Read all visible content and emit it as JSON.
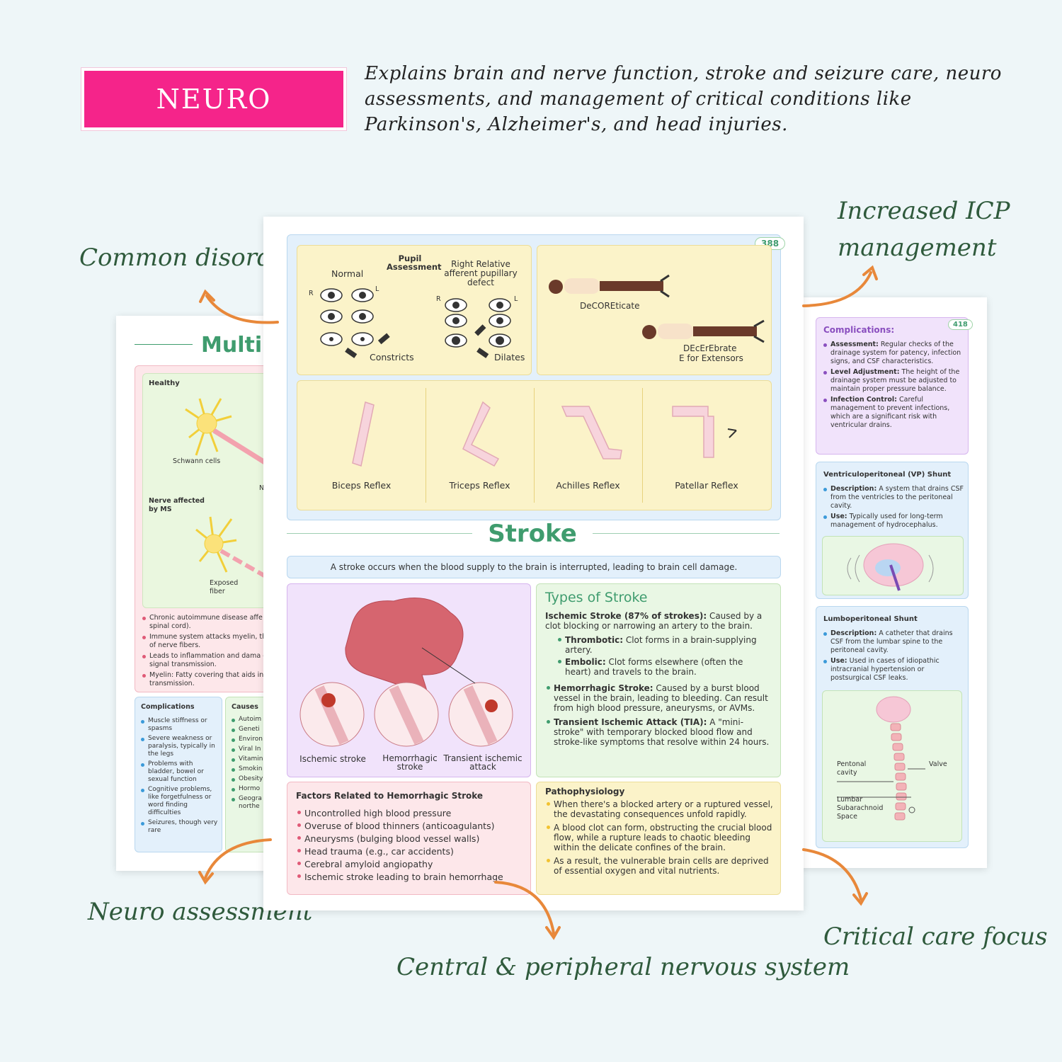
{
  "header": {
    "badge": "NEURO",
    "description": "Explains brain and nerve function, stroke and seizure care, neuro assessments, and management of critical conditions like Parkinson's, Alzheimer's, and head injuries."
  },
  "callouts": {
    "common_disorders": "Common disorders",
    "icp_line1": "Increased ICP",
    "icp_line2": "management",
    "neuro_assessment": "Neuro assessment",
    "central_peripheral": "Central & peripheral nervous system",
    "critical_care": "Critical care focus"
  },
  "left_page": {
    "title": "Multip",
    "healthy": "Healthy",
    "schwann": "Schwann cells",
    "n_label": "N",
    "nerv_label": "Nerv",
    "nerve_ms": "Nerve affected by MS",
    "exposed": "Exposed fiber",
    "bullets": [
      "Chronic autoimmune disease affe (brain and spinal cord).",
      "Immune system attacks myelin, th covering of nerve fibers.",
      "Leads to inflammation and dama electrical signal transmission.",
      "Myelin: Fatty covering that aids in impulse transmission."
    ],
    "complications_title": "Complications",
    "complications": [
      "Muscle stiffness or spasms",
      "Severe weakness or paralysis, typically in the legs",
      "Problems with bladder, bowel or sexual function",
      "Cognitive problems, like forgetfulness or word finding difficulties",
      "Seizures, though very rare"
    ],
    "causes_title": "Causes",
    "causes": [
      "Autoim",
      "Geneti",
      "Environ",
      "Viral In Epstein",
      "Vitamin",
      "Smokin",
      "Obesity",
      "Hormo",
      "Geogra (highe northe"
    ]
  },
  "right_page": {
    "page_number": "418",
    "complications_title": "Complications:",
    "complications": [
      {
        "term": "Assessment:",
        "text": " Regular checks of the drainage system for patency, infection signs, and CSF characteristics."
      },
      {
        "term": "Level Adjustment:",
        "text": " The height of the drainage system must be adjusted to maintain proper pressure balance."
      },
      {
        "term": "Infection Control:",
        "text": " Careful management to prevent infections, which are a significant risk with ventricular drains."
      }
    ],
    "vp_title": "Ventriculoperitoneal (VP) Shunt",
    "vp": [
      {
        "term": "Description:",
        "text": " A system that drains CSF from the ventricles to the peritoneal cavity."
      },
      {
        "term": "Use:",
        "text": " Typically used for long-term management of hydrocephalus."
      }
    ],
    "lp_title": "Lumboperitoneal Shunt",
    "lp": [
      {
        "term": "Description:",
        "text": " A catheter that drains CSF from the lumbar spine to the peritoneal cavity."
      },
      {
        "term": "Use:",
        "text": " Used in cases of idiopathic intracranial hypertension or postsurgical CSF leaks."
      }
    ],
    "pentonal": "Pentonal cavity",
    "valve": "Valve",
    "lumbar": "Lumbar Subarachnoid Space"
  },
  "center_page": {
    "page_number": "388",
    "pupil_title": "Pupil Assessment",
    "normal": "Normal",
    "rapd": "Right Relative afferent pupillary defect",
    "r": "R",
    "l": "L",
    "constricts": "Constricts",
    "dilates": "Dilates",
    "decorticate": "DeCOREticate",
    "decerebrate": "DEcErEbrate",
    "extensors": "E for Extensors",
    "reflexes": [
      "Biceps Reflex",
      "Triceps Reflex",
      "Achilles Reflex",
      "Patellar Reflex"
    ],
    "stroke_title": "Stroke",
    "stroke_def": "A stroke occurs when the blood supply to the brain is interrupted, leading to brain cell damage.",
    "stroke_images": [
      "Ischemic stroke",
      "Hemorrhagic stroke",
      "Transient ischemic attack"
    ],
    "types_title": "Types of Stroke",
    "ischemic_term": "Ischemic Stroke (87% of strokes):",
    "ischemic_text": " Caused by a clot blocking or narrowing an artery to the brain.",
    "thrombotic_term": "Thrombotic:",
    "thrombotic_text": " Clot forms in a brain-supplying artery.",
    "embolic_term": "Embolic:",
    "embolic_text": " Clot forms elsewhere (often the heart) and travels to the brain.",
    "hemorrhagic_term": "Hemorrhagic Stroke:",
    "hemorrhagic_text": " Caused by a burst blood vessel in the brain, leading to bleeding. Can result from high blood pressure, aneurysms, or AVMs.",
    "tia_term": "Transient Ischemic Attack (TIA):",
    "tia_text": " A \"mini-stroke\" with temporary blocked blood flow and stroke-like symptoms that resolve within 24 hours.",
    "factors_title": "Factors Related to Hemorrhagic Stroke",
    "factors": [
      "Uncontrolled high blood pressure",
      "Overuse of blood thinners (anticoagulants)",
      "Aneurysms (bulging blood vessel walls)",
      "Head trauma (e.g., car accidents)",
      "Cerebral amyloid angiopathy",
      "Ischemic stroke leading to brain hemorrhage"
    ],
    "patho_title": "Pathophysiology",
    "patho": [
      "When there's a blocked artery or a ruptured vessel, the devastating consequences unfold rapidly.",
      "A blood clot can form, obstructing the crucial blood flow, while a rupture leads to chaotic bleeding within the delicate confines of the brain.",
      "As a result, the vulnerable brain cells are deprived of essential oxygen and vital nutrients."
    ]
  },
  "colors": {
    "badge": "#f5248a",
    "callout_text": "#2f5a3c",
    "arrow": "#e8883a",
    "stroke_green": "#3f9c6e"
  }
}
